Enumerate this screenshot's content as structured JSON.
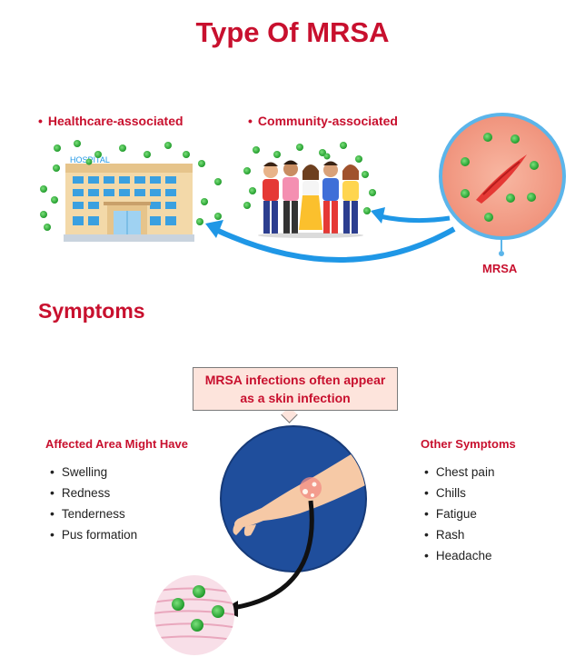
{
  "title": "Type Of MRSA",
  "types": {
    "healthcare": "Healthcare-associated",
    "community": "Community-associated",
    "bullet": "•"
  },
  "hospital_sign": "HOSPITAL",
  "mrsa_label": "MRSA",
  "symptoms_title": "Symptoms",
  "callout": {
    "line1": "MRSA infections often appear",
    "line2": "as a skin infection"
  },
  "affected": {
    "title": "Affected Area Might Have",
    "items": [
      "Swelling",
      "Redness",
      "Tenderness",
      "Pus formation"
    ]
  },
  "other": {
    "title": "Other Symptoms",
    "items": [
      "Chest pain",
      "Chills",
      "Fatigue",
      "Rash",
      "Headache"
    ]
  },
  "colors": {
    "accent_red": "#c8102e",
    "bacteria_green": "#3dbb3d",
    "arrow_blue": "#1f97e6",
    "skin_circle": "#f4a38c",
    "symptom_circle": "#1f4e9c",
    "callout_bg": "#fde4dc"
  },
  "icons": [
    "hospital-icon",
    "people-group-icon",
    "bacteria-icon",
    "wound-icon",
    "arm-icon",
    "arrow-icon"
  ]
}
